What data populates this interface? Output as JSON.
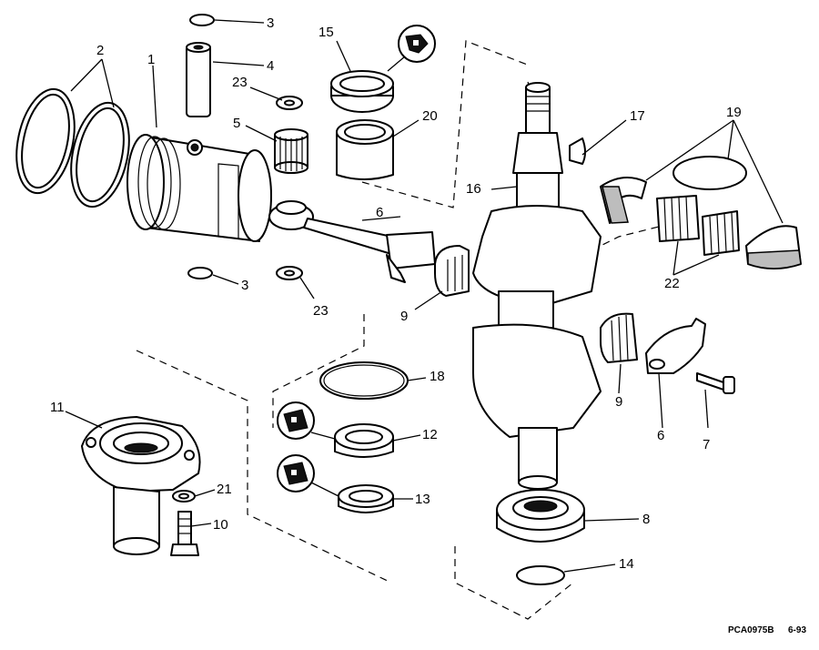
{
  "callouts": {
    "c1": "1",
    "c2": "2",
    "c3a": "3",
    "c3b": "3",
    "c4": "4",
    "c5": "5",
    "c6a": "6",
    "c6b": "6",
    "c7": "7",
    "c8": "8",
    "c9a": "9",
    "c9b": "9",
    "c10": "10",
    "c11": "11",
    "c12": "12",
    "c13": "13",
    "c14": "14",
    "c15": "15",
    "c16": "16",
    "c17": "17",
    "c18": "18",
    "c19": "19",
    "c20": "20",
    "c21": "21",
    "c22": "22",
    "c23a": "23",
    "c23b": "23"
  },
  "footer": {
    "part_code": "PCA0975B",
    "date_code": "6-93"
  },
  "icons": {
    "lube_icon": "grease-gun-icon",
    "sealant_icon": "sealant-tube-icon"
  }
}
